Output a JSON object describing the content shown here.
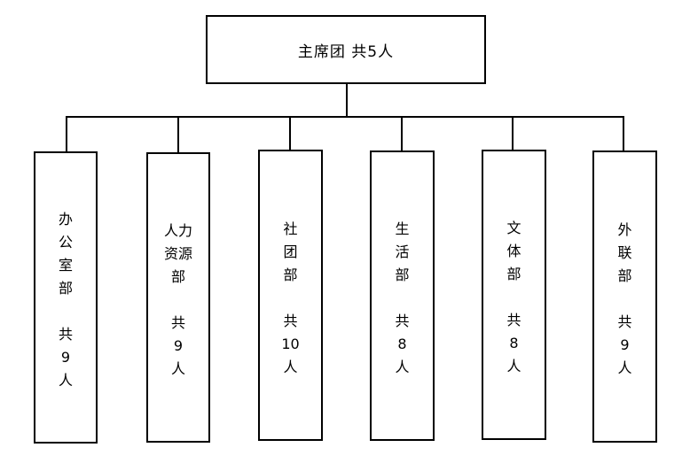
{
  "top": {
    "label": "主席团 共5人"
  },
  "departments": [
    {
      "label": "办\n公\n室\n部\n\n共\n9\n人"
    },
    {
      "label": "人力\n资源\n部\n\n共\n9\n人"
    },
    {
      "label": "社\n团\n部\n\n共\n10\n人"
    },
    {
      "label": "生\n活\n部\n\n共\n8\n人"
    },
    {
      "label": "文\n体\n部\n\n共\n8\n人"
    },
    {
      "label": "外\n联\n部\n\n共\n9\n人"
    }
  ]
}
